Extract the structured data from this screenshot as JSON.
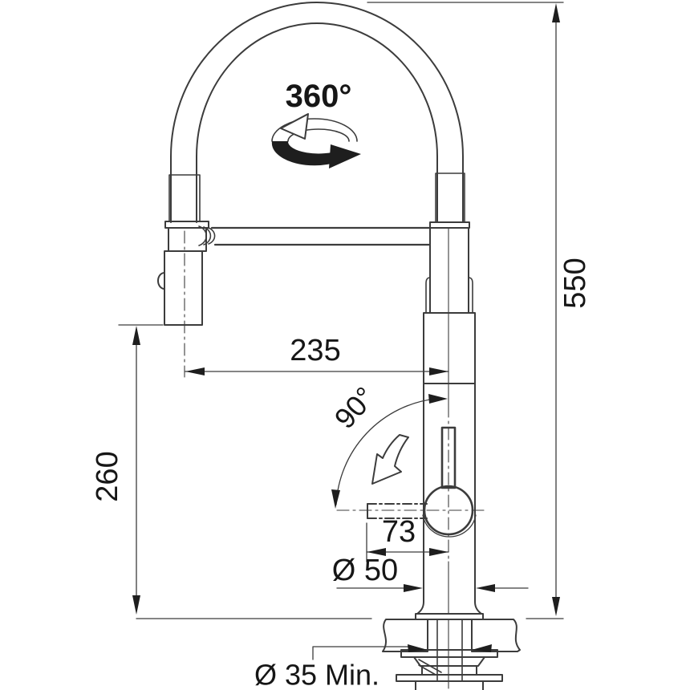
{
  "diagram": {
    "title": "faucet-installation-dimension-drawing",
    "labels": {
      "swivel_rotation": "360°",
      "total_height": "550",
      "spout_reach": "235",
      "spray_head_clearance": "260",
      "lever_swing_angle": "90°",
      "lever_length": "73",
      "base_diameter": "Ø 50",
      "min_hole_diameter": "Ø 35 Min."
    },
    "colors": {
      "background": "#ffffff",
      "line": "#3c3c3c",
      "text": "#161616",
      "fill_solid": "#1e1e1e"
    }
  }
}
